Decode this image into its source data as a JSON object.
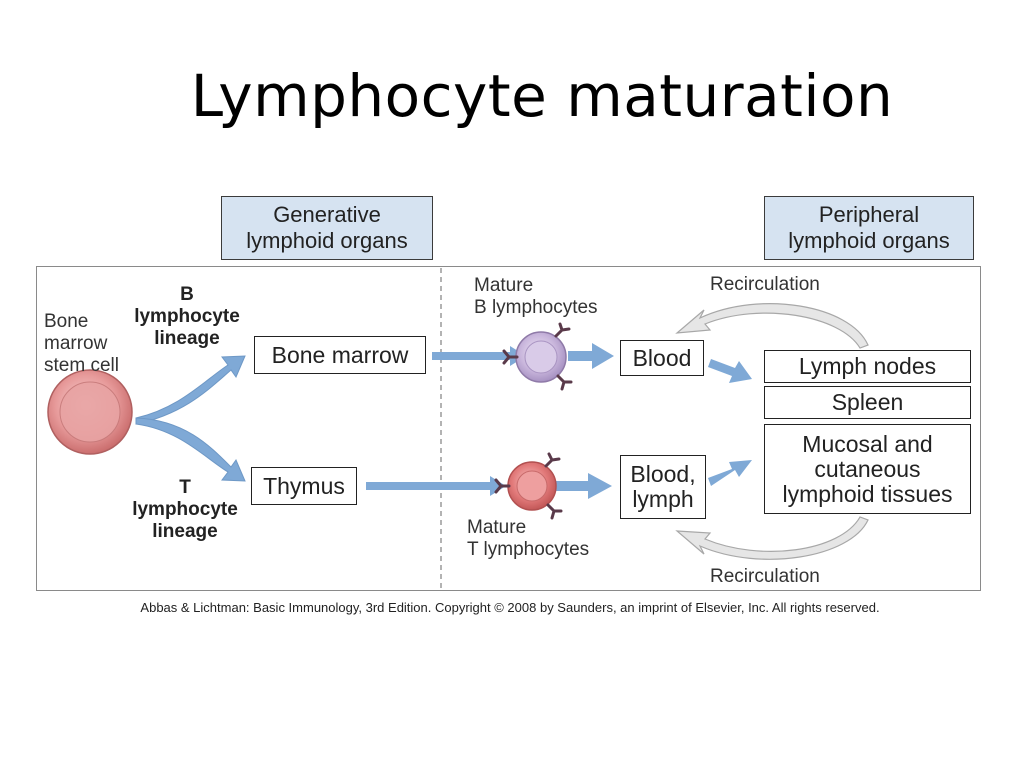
{
  "title": "Lymphocyte maturation",
  "headers": {
    "generative": [
      "Generative",
      "lymphoid organs"
    ],
    "peripheral": [
      "Peripheral",
      "lymphoid organs"
    ]
  },
  "labels": {
    "stem_cell": [
      "Bone",
      "marrow",
      "stem cell"
    ],
    "b_lineage": [
      "B",
      "lymphocyte",
      "lineage"
    ],
    "t_lineage": [
      "T",
      "lymphocyte",
      "lineage"
    ],
    "mature_b": [
      "Mature",
      "B lymphocytes"
    ],
    "mature_t": [
      "Mature",
      "T lymphocytes"
    ],
    "recirculation_top": "Recirculation",
    "recirculation_bottom": "Recirculation"
  },
  "boxes": {
    "bone_marrow": "Bone marrow",
    "thymus": "Thymus",
    "blood": "Blood",
    "blood_lymph": [
      "Blood,",
      "lymph"
    ],
    "lymph_nodes": "Lymph nodes",
    "spleen": "Spleen",
    "mucosal": [
      "Mucosal and",
      "cutaneous",
      "lymphoid tissues"
    ]
  },
  "colors": {
    "header_fill": "#d6e3f1",
    "arrow_blue": "#7fa9d6",
    "stem_cell": "#e79a9a",
    "b_cell": "#c9b6dc",
    "t_cell": "#e27a7a",
    "receptor": "#5a3a4a",
    "recirculation_arrow": "#d8d8d8"
  },
  "credit": "Abbas & Lichtman: Basic Immunology, 3rd Edition. Copyright © 2008 by Saunders, an imprint of Elsevier, Inc. All rights reserved."
}
